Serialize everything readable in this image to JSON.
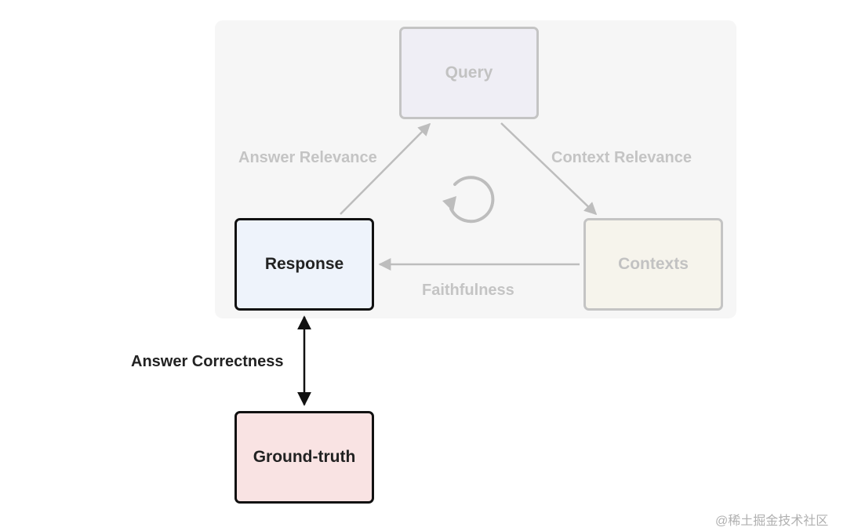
{
  "diagram": {
    "nodes": {
      "query": "Query",
      "contexts": "Contexts",
      "response": "Response",
      "ground_truth": "Ground-truth"
    },
    "edges": {
      "answer_relevance": "Answer Relevance",
      "context_relevance": "Context Relevance",
      "faithfulness": "Faithfulness",
      "answer_correctness": "Answer Correctness"
    },
    "colors": {
      "faded": "#c4c4c4",
      "active": "#111111",
      "panel": "#f6f6f6",
      "response_fill": "#eef3fb",
      "ground_truth_fill": "#f9e3e3"
    }
  },
  "watermark": "@稀土掘金技术社区"
}
